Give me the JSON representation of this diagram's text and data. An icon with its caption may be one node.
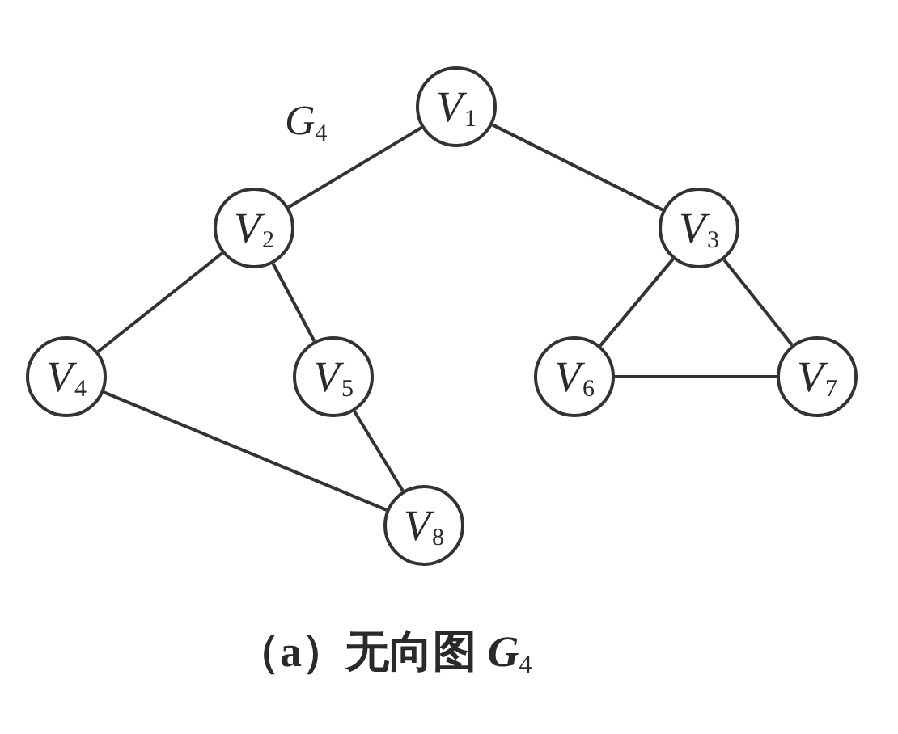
{
  "diagram": {
    "caption": "（a）无向图 *G*$_{4}$",
    "nodes": [
      {
        "text": [
          "*V*$_{1}$"
        ]
      },
      {
        "text": [
          "*V*$_{2}$"
        ]
      },
      {
        "text": [
          "*V*$_{3}$"
        ]
      },
      {
        "text": [
          "*V*$_{4}$"
        ]
      },
      {
        "text": [
          "*V*$_{5}$"
        ]
      },
      {
        "text": [
          "*V*$_{6}$"
        ]
      },
      {
        "text": [
          "*V*$_{7}$"
        ]
      },
      {
        "text": [
          "*V*$_{8}$"
        ]
      }
    ],
    "edges": [
      {
        "from": 0,
        "to": 1,
        "arrow": "none"
      },
      {
        "from": 0,
        "to": 2,
        "arrow": "none"
      },
      {
        "from": 1,
        "to": 3,
        "arrow": "none"
      },
      {
        "from": 1,
        "to": 4,
        "arrow": "none"
      },
      {
        "from": 2,
        "to": 5,
        "arrow": "none"
      },
      {
        "from": 2,
        "to": 6,
        "arrow": "none"
      },
      {
        "from": 5,
        "to": 6,
        "arrow": "none"
      },
      {
        "from": 3,
        "to": 7,
        "arrow": "none"
      },
      {
        "from": 4,
        "to": 7,
        "arrow": "none"
      }
    ],
    "labels": [
      "*G*$_{4}$"
    ]
  }
}
